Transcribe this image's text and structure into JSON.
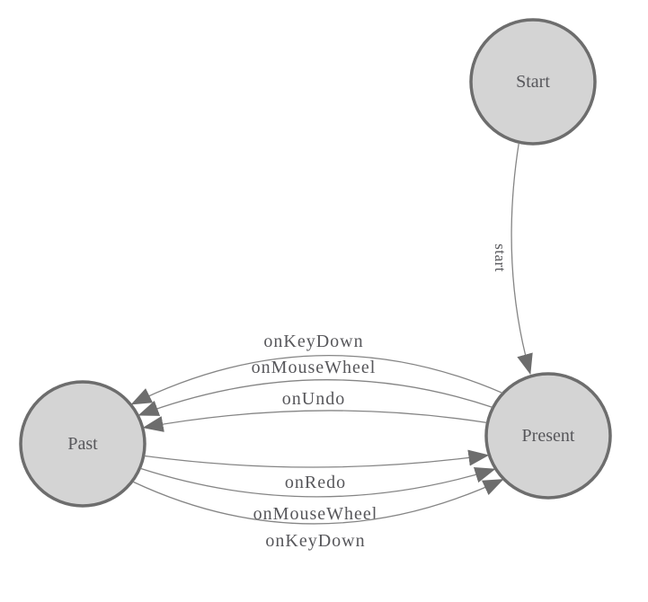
{
  "diagram": {
    "type": "finite-state-machine",
    "colors": {
      "background": "#ffffff",
      "node_fill": "#d4d4d4",
      "node_border": "#6d6d6d",
      "edge_line": "#858585",
      "arrow": "#6d6d6d",
      "label_text": "#57575b"
    },
    "nodes": [
      {
        "id": "start",
        "label": "Start"
      },
      {
        "id": "present",
        "label": "Present"
      },
      {
        "id": "past",
        "label": "Past"
      }
    ],
    "edges": [
      {
        "from": "start",
        "to": "present",
        "label": "start"
      },
      {
        "from": "present",
        "to": "past",
        "label": "onKeyDown"
      },
      {
        "from": "present",
        "to": "past",
        "label": "onMouseWheel"
      },
      {
        "from": "present",
        "to": "past",
        "label": "onUndo"
      },
      {
        "from": "past",
        "to": "present",
        "label": "onRedo"
      },
      {
        "from": "past",
        "to": "present",
        "label": "onMouseWheel"
      },
      {
        "from": "past",
        "to": "present",
        "label": "onKeyDown"
      }
    ]
  }
}
